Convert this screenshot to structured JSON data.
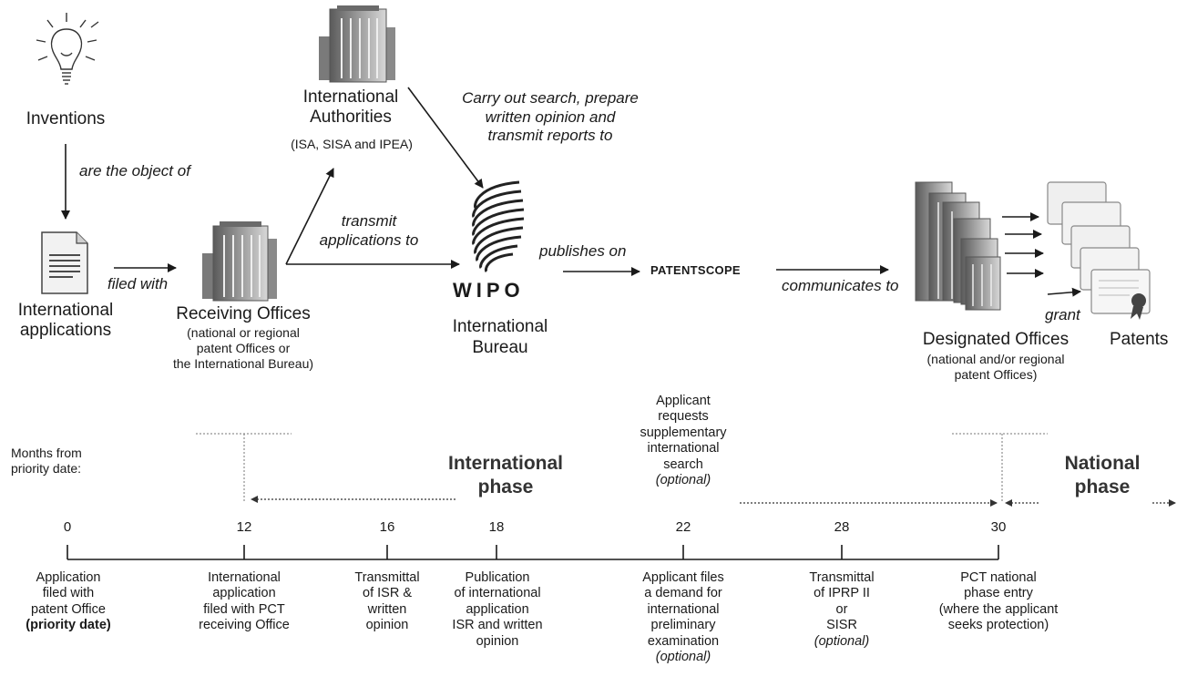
{
  "nodes": {
    "inventions": {
      "label": "Inventions"
    },
    "international_authorities": {
      "label": "International\nAuthorities",
      "sub": "(ISA, SISA and IPEA)"
    },
    "international_applications": {
      "label": "International\napplications"
    },
    "receiving_offices": {
      "label": "Receiving Offices",
      "sub": "(national or regional\npatent Offices or\nthe International Bureau)"
    },
    "wipo": {
      "logo_text": "WIPO",
      "label": "International\nBureau"
    },
    "patentscope": {
      "label": "PATENTSCOPE"
    },
    "designated_offices": {
      "label": "Designated Offices",
      "sub": "(national and/or regional\npatent Offices)"
    },
    "patents": {
      "label": "Patents"
    }
  },
  "edges": {
    "are_the_object_of": "are the object of",
    "filed_with": "filed with",
    "transmit_applications_to": "transmit\napplications to",
    "carry_out_search": "Carry out search, prepare\nwritten opinion and\ntransmit reports to",
    "publishes_on": "publishes on",
    "communicates_to": "communicates to",
    "grant": "grant"
  },
  "timeline": {
    "axis_label": "Months from\npriority date:",
    "international_phase": "International\nphase",
    "national_phase": "National\nphase",
    "supplementary_note": "Applicant\nrequests\nsupplementary\ninternational\nsearch",
    "supplementary_optional": "(optional)",
    "ticks": [
      "0",
      "12",
      "16",
      "18",
      "22",
      "28",
      "30"
    ],
    "events": [
      {
        "text": "Application\nfiled with\npatent Office",
        "emph": "(priority date)"
      },
      {
        "text": "International\napplication\nfiled with PCT\nreceiving Office"
      },
      {
        "text": "Transmittal\nof ISR &\nwritten\nopinion"
      },
      {
        "text": "Publication\nof international\napplication\nISR and written\nopinion"
      },
      {
        "text": "Applicant files\na demand for\ninternational\npreliminary\nexamination",
        "optional": "(optional)"
      },
      {
        "text": "Transmittal\nof IPRP II\nor\nSISR",
        "optional": "(optional)"
      },
      {
        "text": "PCT national\nphase entry\n(where the applicant\nseeks protection)"
      }
    ]
  },
  "colors": {
    "ink": "#1a1a1a",
    "building_dark": "#6e6e6e",
    "building_light": "#c9c9c9",
    "dotted": "#555555"
  }
}
